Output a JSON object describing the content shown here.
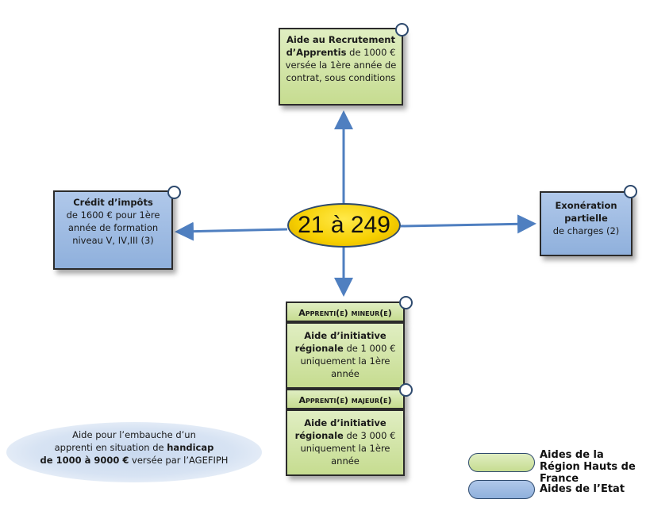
{
  "center": {
    "label": "21 à 249"
  },
  "top_box": {
    "title": "Aide au Recrutement d’Apprentis",
    "text": " de 1000 € versée la 1ère année de contrat, sous conditions"
  },
  "left_box": {
    "title": "Crédit d’impôts",
    "text": "de 1600 € pour 1ère année de formation niveau V, IV,III (3)"
  },
  "right_box": {
    "title": "Exonération partielle",
    "text": "de charges (2)"
  },
  "minor": {
    "header": "Apprenti(e)  mineur(e)",
    "title": "Aide d’initiative régionale",
    "text": " de 1 000 € uniquement  la 1ère année"
  },
  "major": {
    "header": "Apprenti(e)  majeur(e)",
    "title": "Aide d’initiative régionale",
    "text": " de 3 000 € uniquement  la 1ère année"
  },
  "handicap": {
    "line1": "Aide pour l’embauche d’un",
    "line2_pre": "apprenti en situation de ",
    "line2_bold": "handicap",
    "line3_bold": "de 1000 à 9000 €",
    "line3_post": " versée par l’AGEFIPH"
  },
  "legend": [
    {
      "label": "Aides de la Région Hauts de France",
      "color": "#d6e6ab"
    },
    {
      "label": "Aides de l’Etat",
      "color": "#9fbce3"
    }
  ],
  "colors": {
    "arrow": "#4f7fc0",
    "green": "#d6e6ab",
    "blue": "#9fbce3",
    "center": "#f6cf00"
  }
}
